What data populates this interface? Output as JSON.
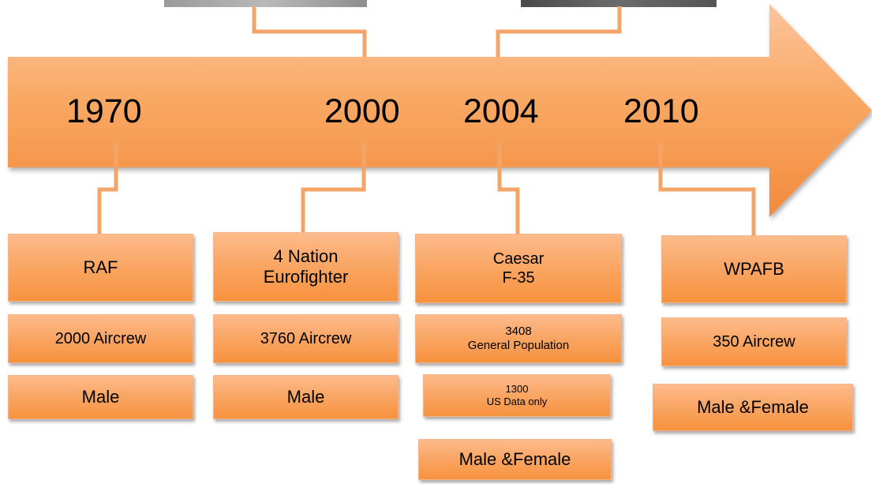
{
  "timeline": {
    "years": [
      "1970",
      "2000",
      "2004",
      "2010"
    ]
  },
  "columns": [
    {
      "title_lines": [
        "RAF"
      ],
      "count": [
        "2000 Aircrew"
      ],
      "gender": [
        "Male"
      ]
    },
    {
      "title_lines": [
        "4 Nation",
        "Eurofighter"
      ],
      "count": [
        "3760 Aircrew"
      ],
      "gender": [
        "Male"
      ]
    },
    {
      "title_lines": [
        "Caesar",
        "F-35"
      ],
      "count": [
        "3408",
        "General Population"
      ],
      "count2": [
        "1300",
        "US Data only"
      ],
      "gender": [
        "Male &Female"
      ]
    },
    {
      "title_lines": [
        "WPAFB"
      ],
      "count": [
        "350 Aircrew"
      ],
      "gender": [
        "Male &Female"
      ]
    }
  ],
  "colors": {
    "arrow": "#f7a55c",
    "connector": "#f4a468",
    "box": "#f9a563"
  }
}
